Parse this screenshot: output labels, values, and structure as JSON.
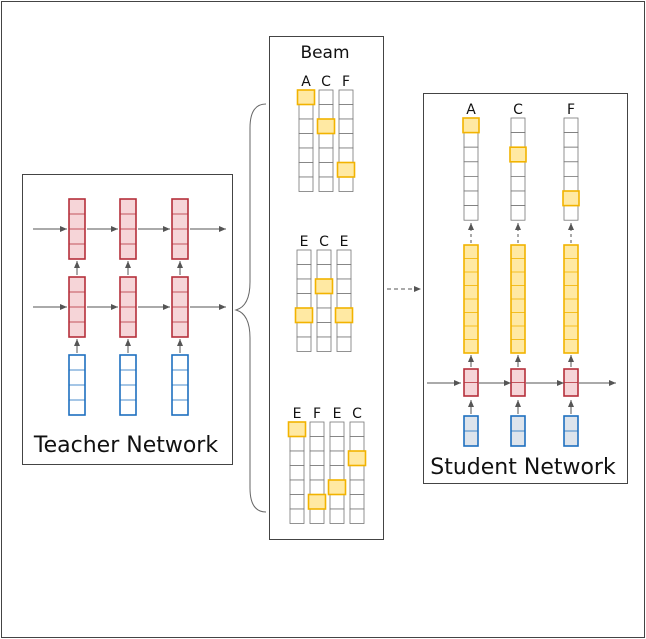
{
  "labels": {
    "teacher": "Teacher Network",
    "student": "Student Network",
    "beam": "Beam"
  },
  "beam": {
    "group1": [
      "A",
      "C",
      "F"
    ],
    "group2": [
      "E",
      "C",
      "E"
    ],
    "group3": [
      "E",
      "F",
      "E",
      "C"
    ]
  },
  "student_outputs": [
    "A",
    "C",
    "F"
  ],
  "colors": {
    "red_stroke": "#b5303b",
    "red_fill": "#f6d5d8",
    "blue_stroke": "#1e6fbf",
    "blue_fill": "#dde4ec",
    "yellow_stroke": "#f2b300",
    "yellow_fill": "#ffe9a3",
    "gray_stroke": "#777777",
    "arrow": "#555555"
  }
}
